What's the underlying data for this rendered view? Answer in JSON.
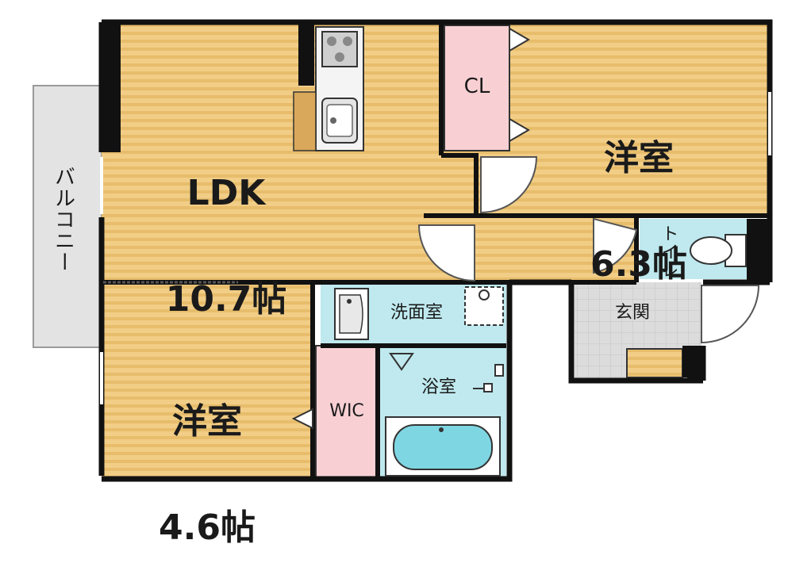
{
  "rooms": {
    "ldk": {
      "name": "LDK",
      "size": "10.7帖"
    },
    "western_room_1": {
      "name": "洋室",
      "size": "6.3帖"
    },
    "western_room_2": {
      "name": "洋室",
      "size": "4.6帖"
    },
    "closet": {
      "name": "CL"
    },
    "walk_in_closet": {
      "name": "WIC"
    },
    "washroom": {
      "name": "洗面室"
    },
    "bathroom": {
      "name": "浴室"
    },
    "toilet": {
      "name": "トイレ"
    },
    "entrance": {
      "name": "玄関"
    },
    "balcony": {
      "name": "バルコニー"
    }
  },
  "colors": {
    "wood_floor": "#f1cd86",
    "wood_stripe": "#e7bd6c",
    "closet": "#f8d0d4",
    "wet_area": "#bfe9ee",
    "tile": "#dcdcdc",
    "balcony": "#e3e3e3",
    "wall": "#111111"
  }
}
